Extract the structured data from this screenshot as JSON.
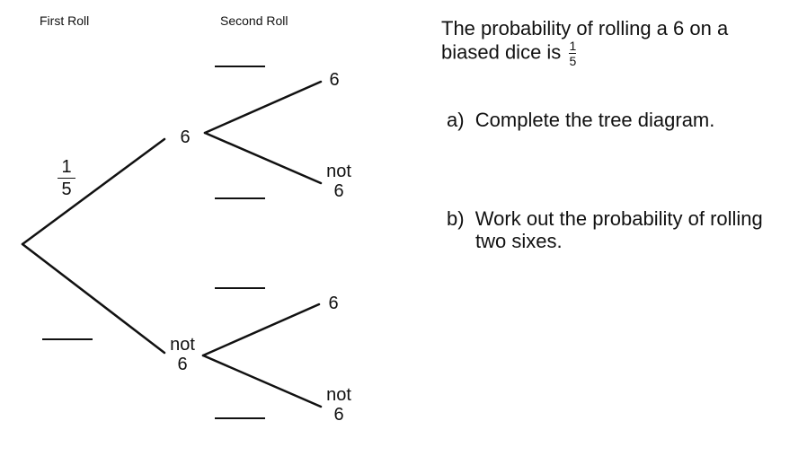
{
  "headers": {
    "first_roll": "First Roll",
    "second_roll": "Second Roll"
  },
  "nodes": {
    "first_six": "6",
    "first_not_line1": "not",
    "first_not_line2": "6",
    "upper_six": "6",
    "upper_not_line1": "not",
    "upper_not_line2": "6",
    "lower_six": "6",
    "lower_not_line1": "not",
    "lower_not_line2": "6"
  },
  "given_probability": {
    "numerator": "1",
    "denominator": "5"
  },
  "question": {
    "intro_line1": "The probability of rolling a 6 on a",
    "intro_line2": "biased dice is",
    "intro_frac_num": "1",
    "intro_frac_den": "5",
    "part_a": "a)  Complete the tree diagram.",
    "part_b_line1": "b)  Work out the probability of rolling",
    "part_b_line2": "two sixes."
  }
}
